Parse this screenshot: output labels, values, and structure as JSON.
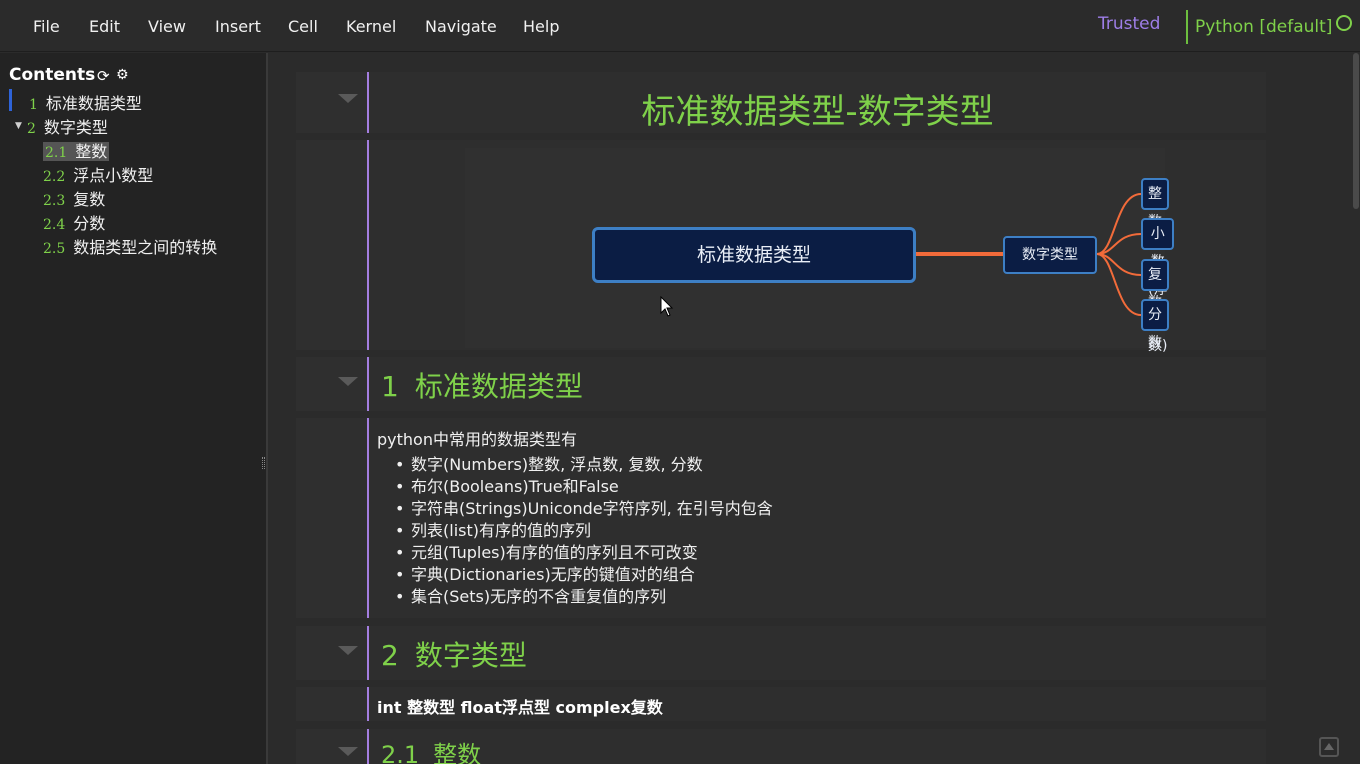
{
  "menu": {
    "items": [
      "File",
      "Edit",
      "View",
      "Insert",
      "Cell",
      "Kernel",
      "Navigate",
      "Help"
    ],
    "trusted": "Trusted",
    "kernel": "Python [default]"
  },
  "toc": {
    "title": "Contents",
    "items": [
      {
        "num": "1",
        "label": "标准数据类型"
      },
      {
        "num": "2",
        "label": "数字类型"
      },
      {
        "num": "2.1",
        "label": "整数"
      },
      {
        "num": "2.2",
        "label": "浮点小数型"
      },
      {
        "num": "2.3",
        "label": "复数"
      },
      {
        "num": "2.4",
        "label": "分数"
      },
      {
        "num": "2.5",
        "label": "数据类型之间的转换"
      }
    ]
  },
  "notebook": {
    "title": "标准数据类型-数字类型",
    "mindmap": {
      "root": "标准数据类型",
      "mid": "数字类型",
      "leaves": [
        "整数",
        "小数(浮点数)",
        "复数",
        "分数"
      ]
    },
    "section1": {
      "num": "1",
      "label": "标准数据类型"
    },
    "intro": "python中常用的数据类型有",
    "bullets": [
      "数字(Numbers)整数, 浮点数, 复数, 分数",
      "布尔(Booleans)True和False",
      "字符串(Strings)Uniconde字符序列, 在引号内包含",
      "列表(list)有序的值的序列",
      "元组(Tuples)有序的值的序列且不可改变",
      "字典(Dictionaries)无序的键值对的组合",
      "集合(Sets)无序的不含重复值的序列"
    ],
    "section2": {
      "num": "2",
      "label": "数字类型"
    },
    "types_line": "int 整数型 float浮点型 complex复数",
    "section21": {
      "num": "2.1",
      "label": "整数"
    }
  },
  "colors": {
    "heading": "#7fd14a",
    "accent_bar": "#a47ee0",
    "trusted": "#9e7ee8",
    "mindmap_link": "#f26b3a"
  }
}
